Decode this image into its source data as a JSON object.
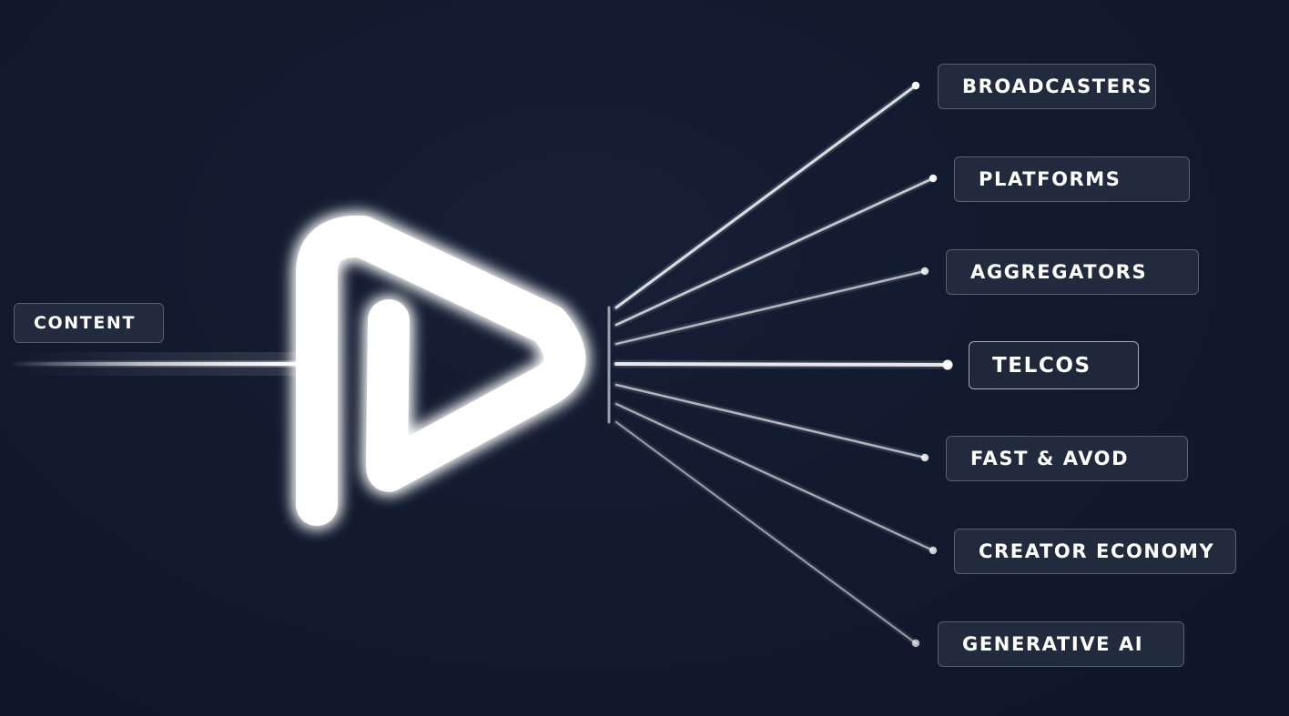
{
  "source_label": "CONTENT",
  "destinations": [
    "BROADCASTERS",
    "PLATFORMS",
    "AGGREGATORS",
    "TELCOS",
    "FAST & AVOD",
    "CREATOR ECONOMY",
    "GENERATIVE AI"
  ],
  "highlighted_destination": "TELCOS",
  "colors": {
    "background": "#121a2e",
    "label_fill": "#222a3d",
    "label_border": "#565f73",
    "glow": "#ffffff",
    "text": "#ffffff"
  }
}
